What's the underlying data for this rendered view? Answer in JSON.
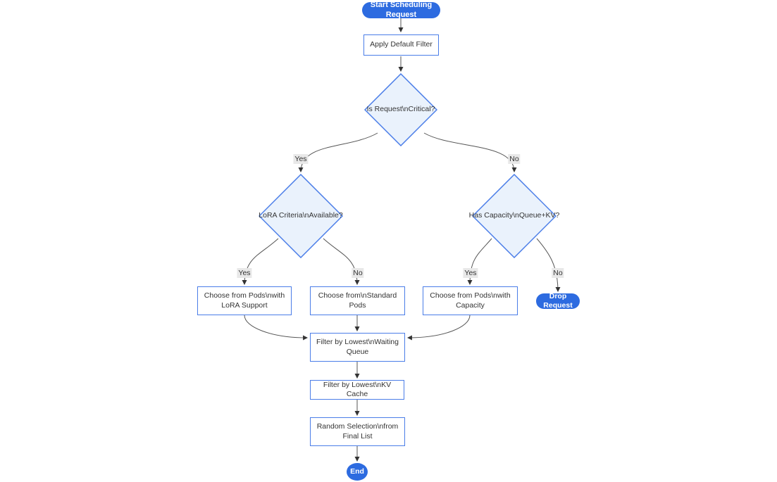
{
  "diagram": {
    "type": "flowchart",
    "nodes": {
      "start": {
        "label": "Start Scheduling Request",
        "shape": "stadium"
      },
      "apply_filter": {
        "label": "Apply Default Filter",
        "shape": "rect"
      },
      "is_critical": {
        "label": "Is Request\\nCritical?",
        "shape": "diamond"
      },
      "lora_criteria": {
        "label": "LoRA Criteria\\nAvailable?",
        "shape": "diamond"
      },
      "has_capacity": {
        "label": "Has Capacity\\nQueue+KV?",
        "shape": "diamond"
      },
      "choose_lora_pods": {
        "label": "Choose from Pods\\nwith LoRA Support",
        "shape": "rect"
      },
      "choose_standard_pods": {
        "label": "Choose from\\nStandard Pods",
        "shape": "rect"
      },
      "choose_capacity_pods": {
        "label": "Choose from Pods\\nwith Capacity",
        "shape": "rect"
      },
      "drop_request": {
        "label": "Drop Request",
        "shape": "stadium"
      },
      "filter_waiting_queue": {
        "label": "Filter by Lowest\\nWaiting Queue",
        "shape": "rect"
      },
      "filter_kv_cache": {
        "label": "Filter by Lowest\\nKV Cache",
        "shape": "rect"
      },
      "random_selection": {
        "label": "Random Selection\\nfrom Final List",
        "shape": "rect"
      },
      "end": {
        "label": "End",
        "shape": "stadium"
      }
    },
    "edges": [
      {
        "from": "start",
        "to": "apply_filter",
        "label": ""
      },
      {
        "from": "apply_filter",
        "to": "is_critical",
        "label": ""
      },
      {
        "from": "is_critical",
        "to": "lora_criteria",
        "label": "Yes"
      },
      {
        "from": "is_critical",
        "to": "has_capacity",
        "label": "No"
      },
      {
        "from": "lora_criteria",
        "to": "choose_lora_pods",
        "label": "Yes"
      },
      {
        "from": "lora_criteria",
        "to": "choose_standard_pods",
        "label": "No"
      },
      {
        "from": "has_capacity",
        "to": "choose_capacity_pods",
        "label": "Yes"
      },
      {
        "from": "has_capacity",
        "to": "drop_request",
        "label": "No"
      },
      {
        "from": "choose_lora_pods",
        "to": "filter_waiting_queue",
        "label": ""
      },
      {
        "from": "choose_standard_pods",
        "to": "filter_waiting_queue",
        "label": ""
      },
      {
        "from": "choose_capacity_pods",
        "to": "filter_waiting_queue",
        "label": ""
      },
      {
        "from": "filter_waiting_queue",
        "to": "filter_kv_cache",
        "label": ""
      },
      {
        "from": "filter_kv_cache",
        "to": "random_selection",
        "label": ""
      },
      {
        "from": "random_selection",
        "to": "end",
        "label": ""
      }
    ],
    "colors": {
      "accent": "#2d6be0",
      "accent_text": "#ffffff",
      "node_fill": "#ffffff",
      "node_border": "#4a7de8",
      "diamond_fill": "#eaf2fc",
      "edge": "#555555",
      "arrow": "#333333",
      "label_bg": "#e8e8e8",
      "text": "#333333"
    }
  }
}
